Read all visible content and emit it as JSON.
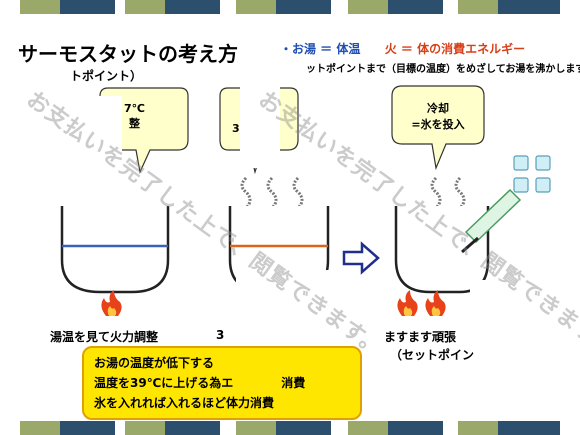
{
  "title": "サーモスタットの考え方",
  "subtitle": "トポイント）",
  "legend": {
    "item1": "・お湯 ＝ 体温",
    "item2": "火 ＝ 体の消費エネルギー",
    "blue_color": "#1f4fb3",
    "red_color": "#d8401a"
  },
  "description": "ットポイントまで（目標の温度）をめざしてお湯を沸かします",
  "bubbles": {
    "left_line1": "7℃",
    "left_line2": "整",
    "middle_line1": "3",
    "right_line1": "冷却",
    "right_line2": "=氷を投入"
  },
  "captions": {
    "left": "湯温を見て火力調整",
    "middle": "3",
    "right_line1": "ますます頑張",
    "right_line2": "（セットポイン"
  },
  "note": {
    "line1": "お湯の温度が低下する",
    "line2": "温度を39℃に上げる為エ　　　　消費",
    "line3": "氷を入れれば入れるほど体力消費"
  },
  "watermarks": {
    "left": "お支払いを完了した上で、閲覧できます。",
    "right": "お支払いを完了した上で、閲覧できます。"
  }
}
